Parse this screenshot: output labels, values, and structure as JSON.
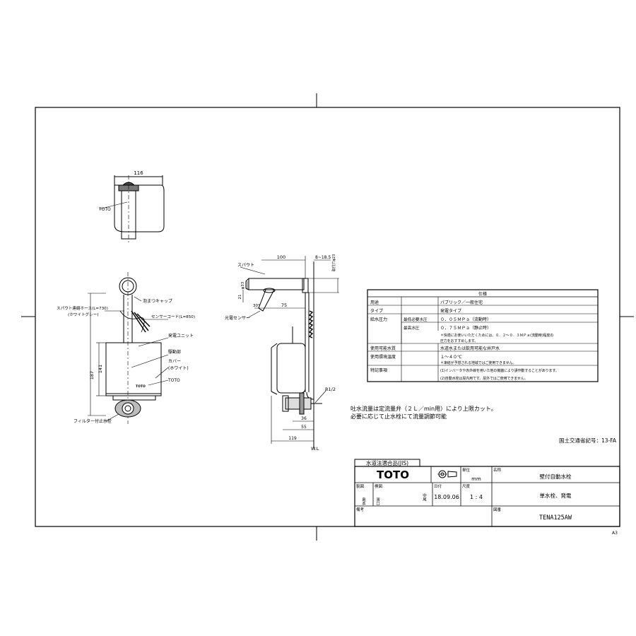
{
  "top_view": {
    "dim_width": "116",
    "brand": "TOTO"
  },
  "front_view": {
    "dim_height_total": "187",
    "dim_height_unit": "141",
    "labels": {
      "hose": "スパウト連絡ホース(L=730)",
      "hose_color": "(ホワイトグレー)",
      "cap": "泡まつキャップ",
      "sensor_cord": "センサーコード(L=850)",
      "generator": "発電ユニット",
      "drive": "駆動部",
      "cover": "カバー",
      "cover_color": "(ホワイト)",
      "brand": "TOTO",
      "filter_valve": "フィルター付止水栓"
    }
  },
  "side_view": {
    "labels": {
      "spout": "スパウト",
      "sensor": "光電センサー",
      "thread": "R1/2",
      "wall": "W.L"
    },
    "dims": {
      "d100": "100",
      "d8_18": "8~18.5",
      "wall_hole": "取付穴φ23",
      "phi33": "φ33",
      "d21": "21",
      "angle30": "30°",
      "d75": "75",
      "d36": "36",
      "d55": "55",
      "d119": "119"
    }
  },
  "spec_table": {
    "title": "仕様",
    "rows": [
      {
        "label": "用途",
        "sub": "",
        "value": "パブリック／一般住宅"
      },
      {
        "label": "タイプ",
        "sub": "",
        "value": "発電タイプ"
      },
      {
        "label": "給水圧力",
        "sub": "最低必要水圧",
        "value": "０．０５ＭＰａ（流動時）"
      },
      {
        "label": "",
        "sub": "最高水圧",
        "value": "０．７５ＭＰａ（静止時）"
      },
      {
        "label": "",
        "sub": "",
        "value": "＊快適にお使いいただくためには、０．２〜０．３ＭＰａ(流動時)程度の"
      },
      {
        "label": "",
        "sub": "",
        "value": "圧力をおすすめします。"
      },
      {
        "label": "使用可能水質",
        "sub": "",
        "value": "水道水または飲用可能な井戸水"
      },
      {
        "label": "使用環境温度",
        "sub": "",
        "value": "１〜４０℃"
      },
      {
        "label": "",
        "sub": "",
        "value": "＊凍結が予想される地域ではご使用できません。"
      },
      {
        "label": "特記事項",
        "sub": "",
        "value": "(1)インバータや赤外線を用いた他の機器により誤作動することがあります。"
      },
      {
        "label": "",
        "sub": "",
        "value": "(2)自動水栓は屋内用です。屋外ではご使用できません。"
      }
    ]
  },
  "notes": {
    "line1": "吐水流量は定流量弁（２Ｌ／min用）により上限カット。",
    "line2": "必要に応じて止水栓にて流量調節可能",
    "certification": "国土交通省記号：13-FA"
  },
  "title_block": {
    "jis": "水道法適合品(JIS)",
    "brand": "TOTO",
    "projection_icon": "third-angle-projection-icon",
    "unit_label": "単位",
    "unit_value": "mm",
    "name_label": "名称",
    "name_value": "壁付自動水栓",
    "drawn_label": "製図",
    "drawn_value": "島本",
    "checked_label": "検図",
    "checked_value": "濱口",
    "approver": "中尾",
    "date_label": "日付",
    "date_value": "18.09.06",
    "scale_label": "尺度",
    "scale_value": "1 : 4",
    "desc_value": "単水栓、発電",
    "remark_label": "備考",
    "number_label": "図番",
    "number_value": "TENA125AW"
  },
  "sheet_size": "A3"
}
